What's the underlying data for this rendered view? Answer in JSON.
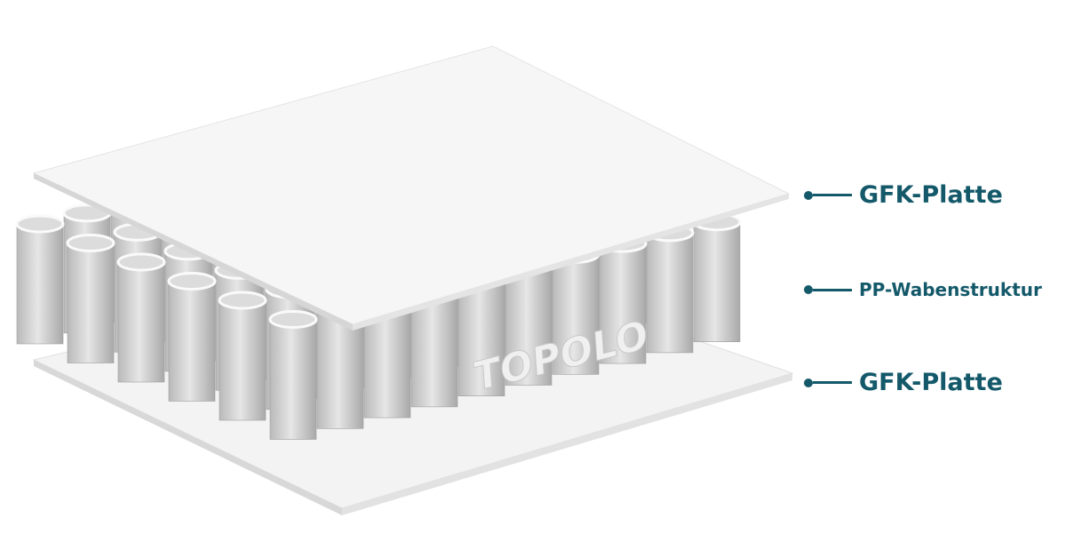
{
  "labels": {
    "top_sheet": "GFK-Platte",
    "core": "PP-Wabenstruktur",
    "bottom_sheet": "GFK-Platte"
  },
  "watermark": "TOPOLO",
  "colors": {
    "label": "#14596a",
    "plate": "#f4f4f4",
    "core": "#d2d2d2"
  }
}
